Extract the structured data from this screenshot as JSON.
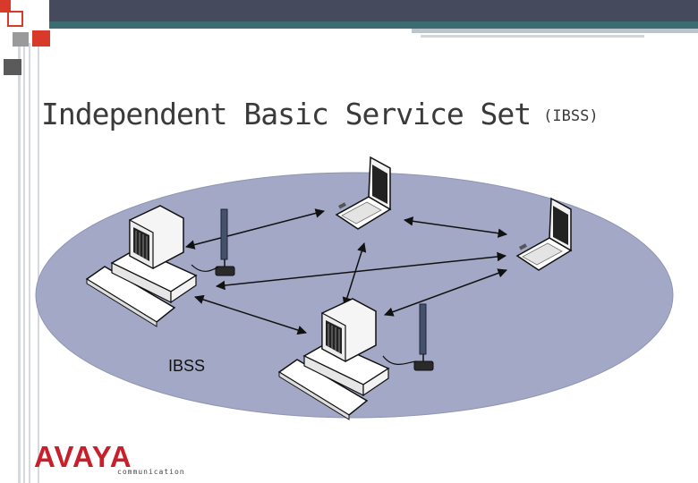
{
  "slide": {
    "title": "Independent Basic Service Set",
    "title_abbr": "(IBSS)"
  },
  "diagram": {
    "ellipse_label": "IBSS",
    "nodes": [
      {
        "kind": "desktop",
        "has_antenna": true
      },
      {
        "kind": "desktop",
        "has_antenna": true
      },
      {
        "kind": "laptop",
        "has_antenna": false
      },
      {
        "kind": "laptop",
        "has_antenna": false
      }
    ],
    "link_count": 6,
    "colors": {
      "ellipse": "#a3a8c6",
      "arrow": "#111111"
    }
  },
  "logo": {
    "brand": "AVAYA",
    "sub": "communication",
    "color": "#c8202a"
  },
  "theme": {
    "accent_red": "#d9392b",
    "header_dark": "#454a5c",
    "header_teal": "#3d6b72"
  }
}
